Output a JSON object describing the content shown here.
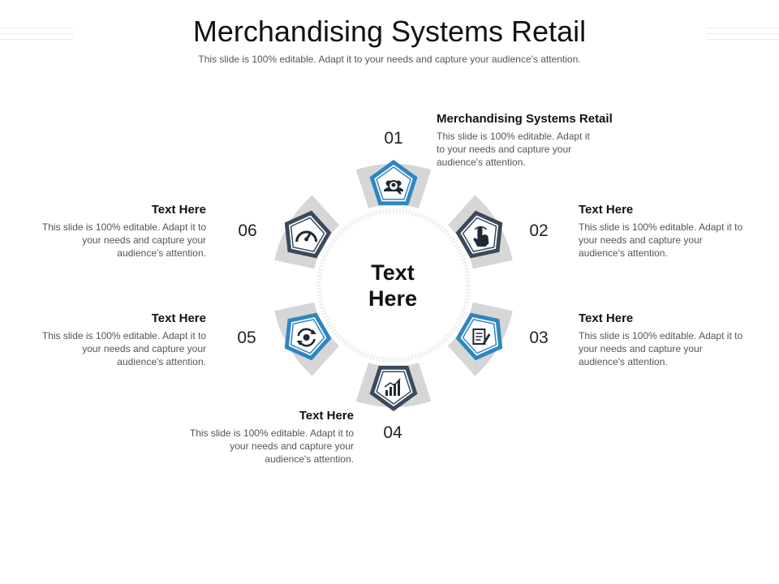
{
  "title": "Merchandising Systems Retail",
  "subtitle": "This slide is 100% editable. Adapt it to your needs and capture your audience's attention.",
  "center": {
    "label": "Text\nHere"
  },
  "colors": {
    "accent_blue": "#2e86c1",
    "dark_navy": "#3a4a5c",
    "segment_gray": "#d6d6d6",
    "ring_inner": "#f1f1f1"
  },
  "steps": [
    {
      "number": "01",
      "heading": "Merchandising Systems Retail",
      "body": "This slide is 100% editable. Adapt it to your needs and capture your audience's attention.",
      "icon": "people-search-icon",
      "style": "blue"
    },
    {
      "number": "02",
      "heading": "Text Here",
      "body": "This slide is 100% editable. Adapt it to your needs and capture your audience's attention.",
      "icon": "hand-pointer-icon",
      "style": "dark"
    },
    {
      "number": "03",
      "heading": "Text Here",
      "body": "This slide is 100% editable. Adapt it to your needs and capture your audience's attention.",
      "icon": "document-edit-icon",
      "style": "blue"
    },
    {
      "number": "04",
      "heading": "Text Here",
      "body": "This slide is 100% editable. Adapt it to your needs and capture your audience's attention.",
      "icon": "growth-chart-icon",
      "style": "dark"
    },
    {
      "number": "05",
      "heading": "Text Here",
      "body": "This slide is 100% editable. Adapt it to your needs and capture your audience's attention.",
      "icon": "gear-cycle-icon",
      "style": "blue"
    },
    {
      "number": "06",
      "heading": "Text Here",
      "body": "This slide is 100% editable. Adapt it to your needs and capture your audience's attention.",
      "icon": "speedometer-icon",
      "style": "dark"
    }
  ]
}
